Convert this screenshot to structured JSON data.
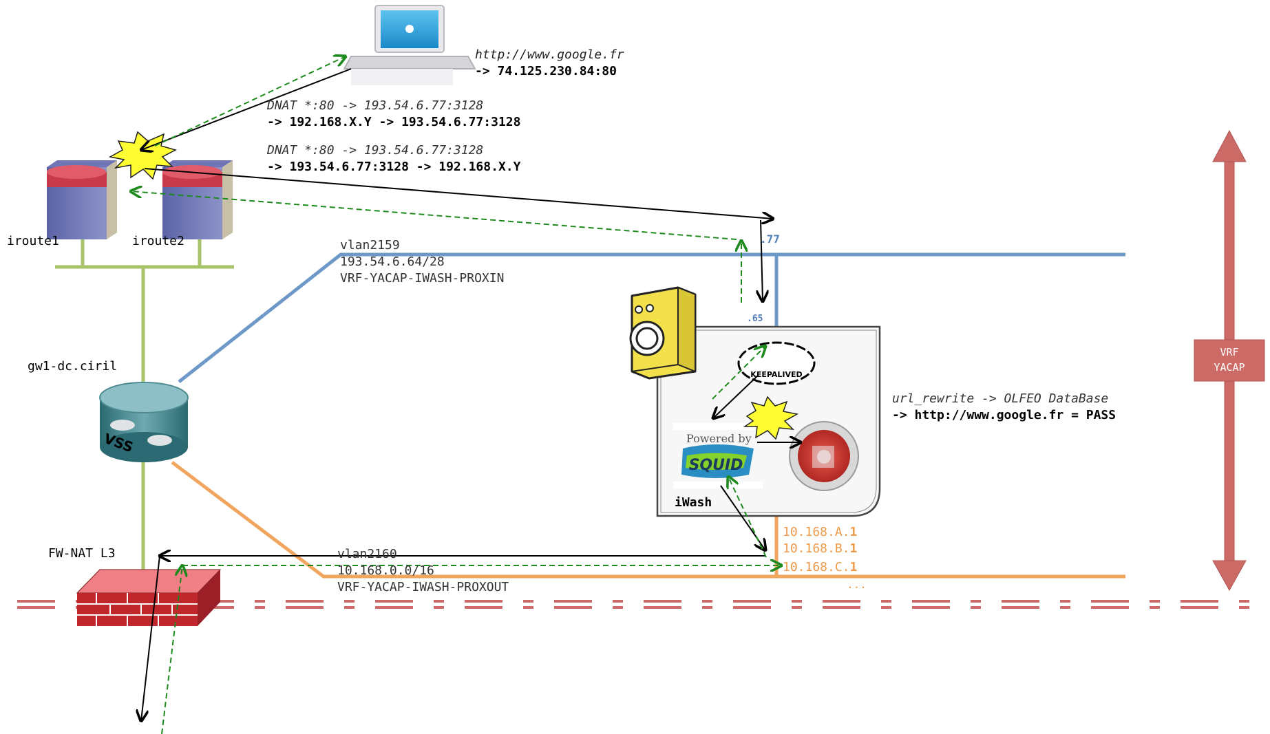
{
  "colors": {
    "blue_line": "#6d98c8",
    "green_line": "#a7c46b",
    "orange_line": "#f2a55e",
    "red_dash": "#cc6a6a",
    "vrf_box": "#cc6a66",
    "arrow_black": "#000000",
    "arrow_green": "#1c8a1c",
    "label_blue": "#4f7fb6",
    "label_orange": "#ef9a4a"
  },
  "client": {
    "icon": "laptop-icon",
    "request_url": "http://www.google.fr",
    "request_dest": "-> 74.125.230.84:80"
  },
  "nat_rules": [
    {
      "rule": "DNAT *:80 -> 193.54.6.77:3128",
      "translation": "-> 192.168.X.Y -> 193.54.6.77:3128"
    },
    {
      "rule": "DNAT *:80 -> 193.54.6.77:3128",
      "translation": "-> 193.54.6.77:3128 -> 192.168.X.Y"
    }
  ],
  "routers": [
    {
      "name": "iroute1",
      "icon": "router-icon"
    },
    {
      "name": "iroute2",
      "icon": "router-icon"
    }
  ],
  "gateway": {
    "name": "gw1-dc.ciril",
    "badge": "VSS",
    "icon": "vss-switch-icon"
  },
  "firewall": {
    "name": "FW-NAT L3",
    "icon": "firewall-icon"
  },
  "vlan_in": {
    "id": "vlan2159",
    "subnet": "193.54.6.64/28",
    "vrf": "VRF-YACAP-IWASH-PROXIN",
    "ip_77": ".77",
    "ip_65": ".65"
  },
  "vlan_out": {
    "id": "vlan2160",
    "subnet": "10.168.0.0/16",
    "vrf": "VRF-YACAP-IWASH-PROXOUT",
    "ips": [
      {
        "prefix": "10.168.A.",
        "suffix": "1"
      },
      {
        "prefix": "10.168.B.",
        "suffix": "1"
      },
      {
        "prefix": "10.168.C.",
        "suffix": "1"
      }
    ],
    "more": "..."
  },
  "iwash": {
    "label": "iWash",
    "keepalived": "KEEPALIVED",
    "powered_by": "Powered by",
    "squid": "SQUID",
    "filter_icon": "olfeo-filter-icon",
    "washer_icon": "washing-machine-icon"
  },
  "url_rewrite": {
    "rule": "url_rewrite -> OLFEO DataBase",
    "result": "-> http://www.google.fr = PASS"
  },
  "vrf_label": {
    "line1": "VRF",
    "line2": "YACAP"
  }
}
